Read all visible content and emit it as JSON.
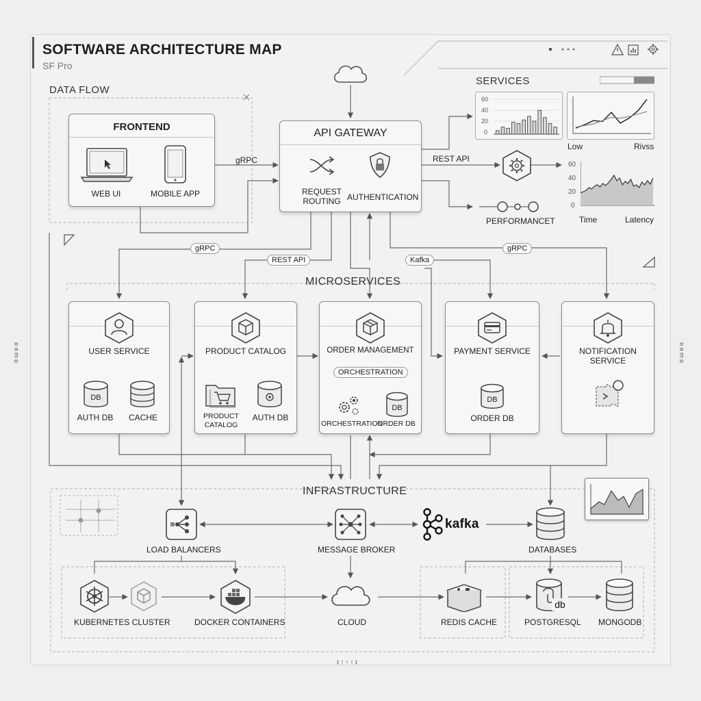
{
  "header": {
    "title": "SOFTWARE ARCHITECTURE MAP",
    "subtitle": "SF Pro"
  },
  "sections": {
    "data_flow": "DATA FLOW",
    "services": "SERVICES",
    "microservices": "MICROSERVICES",
    "infrastructure": "INFRASTRUCTURE"
  },
  "frontend": {
    "title": "FRONTEND",
    "web_ui": "WEB UI",
    "mobile_app": "MOBILE APP"
  },
  "gateway": {
    "title": "API GATEWAY",
    "request_routing_1": "REQUEST",
    "request_routing_2": "ROUTING",
    "authentication": "AUTHENTICATION"
  },
  "connections": {
    "grpc_frontend": "gRPC",
    "rest_api_services": "REST API",
    "grpc_left": "gRPC",
    "rest_api_mid": "REST API",
    "kafka_mid": "Kafka",
    "grpc_right": "gRPC"
  },
  "services_panel": {
    "bar_ticks": [
      "60",
      "40",
      "20",
      "0"
    ],
    "line_labels": [
      "Low",
      "Rivss"
    ],
    "performance": "PERFORMANCET",
    "latency_ticks": [
      "60",
      "40",
      "20",
      "0"
    ],
    "latency_x": "Time",
    "latency_y": "Latency"
  },
  "chart_data": [
    {
      "type": "bar",
      "values": [
        6,
        12,
        10,
        20,
        18,
        24,
        30,
        22,
        40,
        28,
        18,
        12
      ],
      "ylim": [
        0,
        60
      ]
    },
    {
      "type": "line",
      "x_labels": [
        "Low",
        "Rivss"
      ],
      "series": [
        {
          "values": [
            5,
            9,
            14,
            13,
            24,
            11,
            17,
            26,
            40
          ]
        },
        {
          "values": [
            6,
            8,
            10,
            14,
            18,
            17,
            19,
            22,
            25
          ]
        }
      ]
    },
    {
      "type": "area",
      "xlabel": "Time",
      "ylabel": "Latency",
      "ylim": [
        0,
        60
      ],
      "values": [
        18,
        20,
        22,
        26,
        24,
        28,
        30,
        27,
        32,
        29,
        33,
        38,
        44,
        36,
        40,
        30,
        35,
        32,
        38,
        28,
        30,
        26,
        34,
        30,
        36,
        31,
        40
      ]
    }
  ],
  "microservices": {
    "user_service": {
      "title": "USER SERVICE",
      "db1": "AUTH DB",
      "db2": "CACHE"
    },
    "product_catalog": {
      "title": "PRODUCT CATALOG",
      "sub1_1": "PRODUCT",
      "sub1_2": "CATALOG",
      "sub2": "AUTH DB"
    },
    "order_management": {
      "title": "ORDER MANAGEMENT",
      "orchestration_pill": "ORCHESTRATION",
      "sub1": "ORCHESTRATION",
      "sub2": "ORDER DB"
    },
    "payment_service": {
      "title": "PAYMENT SERVICE",
      "db": "ORDER DB"
    },
    "notification_service": {
      "title_1": "NOTIFICATION",
      "title_2": "SERVICE"
    }
  },
  "db_glyph": "DB",
  "infrastructure": {
    "load_balancers": "LOAD BALANCERS",
    "message_broker": "MESSAGE BROKER",
    "kafka": "kafka",
    "databases": "DATABASES",
    "kubernetes": "KUBERNETES CLUSTER",
    "docker": "DOCKER CONTAINERS",
    "cloud": "CLOUD",
    "redis": "REDIS CACHE",
    "postgresql": "POSTGRESQL",
    "postgres_glyph": "db",
    "mongodb": "MONGODB"
  },
  "side_marks": {
    "left": "ɑ ɯ ʁ ɑ",
    "right": "ɑ ɯ ʁ ɑ",
    "bottom": "ɪ ↑ ↑ ↑ ɪ"
  },
  "colors": {
    "stroke": "#555555",
    "box_border": "#8c8c8c",
    "background": "#efefef"
  }
}
